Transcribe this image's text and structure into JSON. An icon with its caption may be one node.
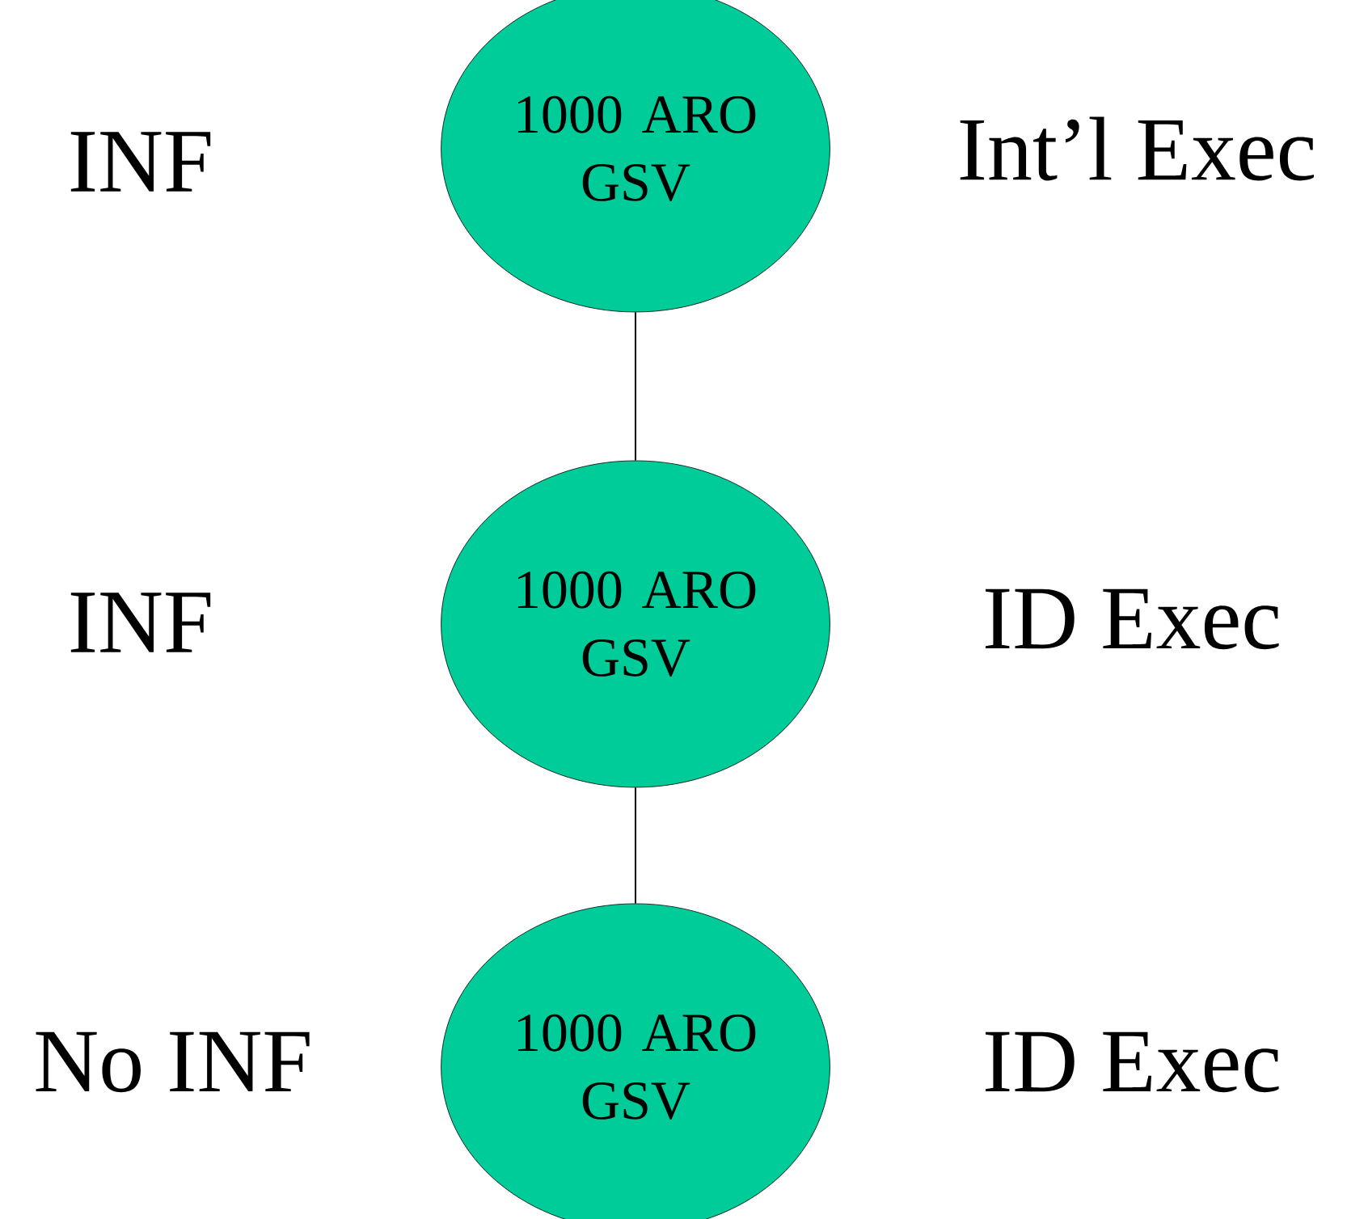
{
  "diagram": {
    "nodes": [
      {
        "text": [
          "1000 ARO GSV"
        ],
        "beside": [
          "INF",
          "Int’l Exec"
        ]
      },
      {
        "text": [
          "1000 ARO GSV"
        ],
        "beside": [
          "INF",
          "ID Exec"
        ]
      },
      {
        "text": [
          "1000 ARO GSV"
        ],
        "beside": [
          "No INF",
          "ID Exec"
        ]
      }
    ],
    "edges": [
      {
        "from": 0,
        "to": 1,
        "arrow": "none"
      },
      {
        "from": 1,
        "to": 2,
        "arrow": "none"
      }
    ]
  }
}
